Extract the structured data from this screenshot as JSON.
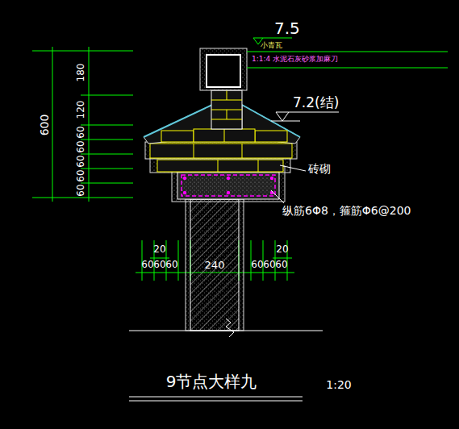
{
  "diagram": {
    "title": "9节点大样九",
    "labels": [
      "7.5",
      "小青瓦",
      "1:1:4 水泥石灰砂浆加麻刀",
      "7.2(结)",
      "砖砌",
      "纵筋6Φ8，箍筋Φ6@200",
      "600",
      "180",
      "120",
      "60",
      "60",
      "60",
      "60",
      "60",
      "20",
      "20",
      "60",
      "60",
      "60",
      "240",
      "60",
      "60",
      "60",
      "1:20"
    ]
  }
}
